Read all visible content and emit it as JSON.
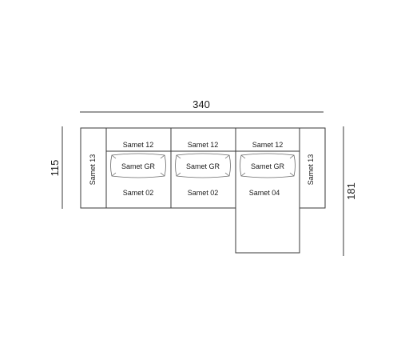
{
  "dimensions": {
    "width": "340",
    "depth": "115",
    "chaise_depth": "181"
  },
  "labels": {
    "left_armrest": "Samet 13",
    "right_armrest": "Samet 13",
    "back_cushions": [
      "Samet 12",
      "Samet 12",
      "Samet 12"
    ],
    "pillows": [
      "Samet GR",
      "Samet GR",
      "Samet GR"
    ],
    "seats": [
      "Samet 02",
      "Samet 02",
      "Samet 04"
    ]
  },
  "colors": {
    "line": "#3a3a3a",
    "text": "#1a1a1a",
    "background": "#ffffff"
  }
}
